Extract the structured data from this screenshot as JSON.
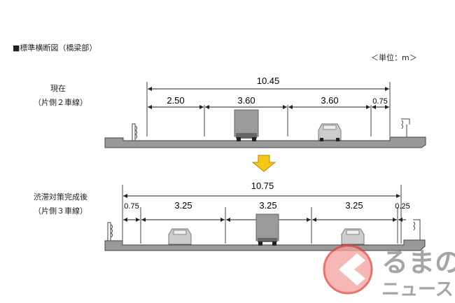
{
  "title": "■標準横断図（橋梁部）",
  "unit": "＜単位：m＞",
  "current": {
    "label": "現在",
    "sublabel": "（片側２車線）",
    "total": "10.45",
    "segments": [
      "2.50",
      "3.60",
      "3.60",
      "0.75"
    ]
  },
  "after": {
    "label": "渋滞対策完成後",
    "sublabel": "（片側３車線）",
    "total": "10.75",
    "segments": [
      "0.75",
      "3.25",
      "3.25",
      "3.25",
      "0.25"
    ]
  },
  "watermark": {
    "line1": "るまの",
    "line2": "ニュース",
    "color": "#e8413c"
  },
  "colors": {
    "arrow": "#f5c518",
    "deck": "#999999"
  }
}
